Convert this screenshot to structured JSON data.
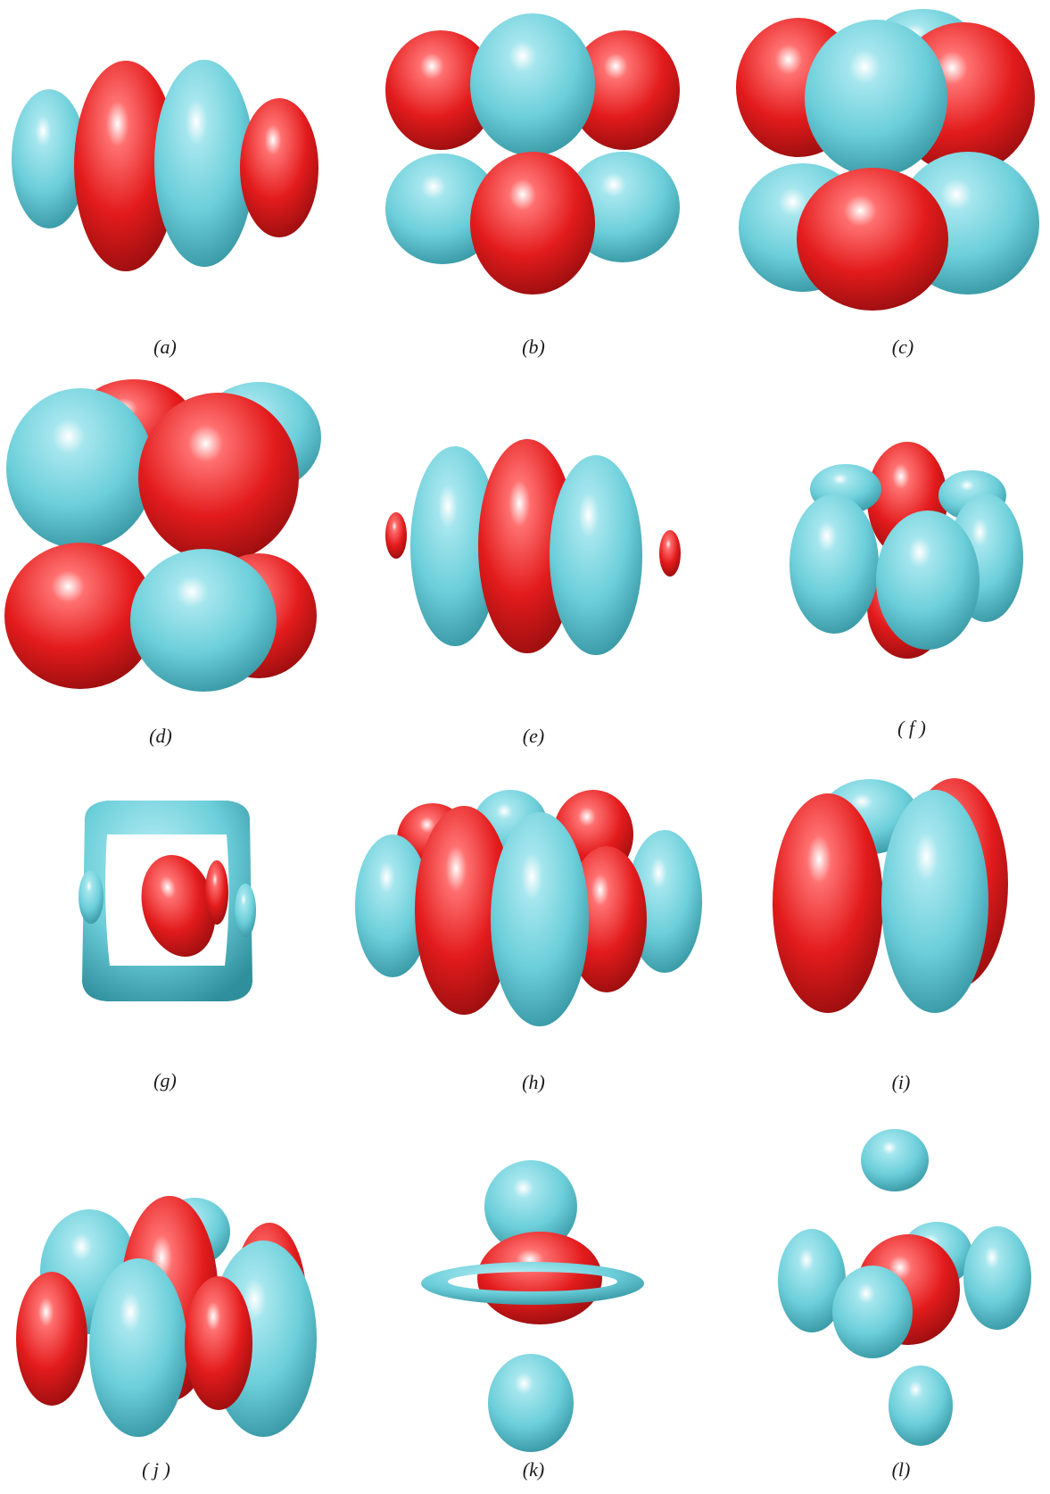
{
  "colors": {
    "positive_lobe": "#6ccfda",
    "negative_lobe": "#e31b1c",
    "background": "#ffffff"
  },
  "panels": [
    {
      "id": "a",
      "label": "(a)"
    },
    {
      "id": "b",
      "label": "(b)"
    },
    {
      "id": "c",
      "label": "(c)"
    },
    {
      "id": "d",
      "label": "(d)"
    },
    {
      "id": "e",
      "label": "(e)"
    },
    {
      "id": "f",
      "label": "( f )"
    },
    {
      "id": "g",
      "label": "(g)"
    },
    {
      "id": "h",
      "label": "(h)"
    },
    {
      "id": "i",
      "label": "(i)"
    },
    {
      "id": "j",
      "label": "( j )"
    },
    {
      "id": "k",
      "label": "(k)"
    },
    {
      "id": "l",
      "label": "(l)"
    }
  ]
}
